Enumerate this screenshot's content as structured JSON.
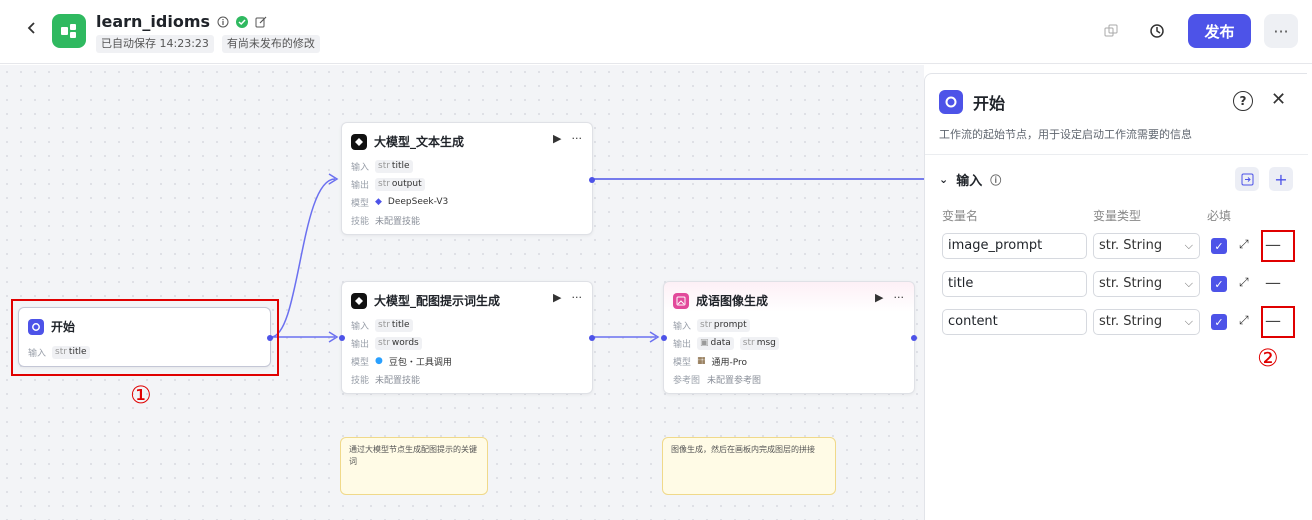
{
  "header": {
    "app_title": "learn_idioms",
    "autosave": "已自动保存 14:23:23",
    "unpublished": "有尚未发布的修改",
    "publish_label": "发布",
    "more_label": "···"
  },
  "nodes": {
    "start": {
      "title": "开始",
      "input_key": "输入",
      "input_type": "str",
      "input_var": "title"
    },
    "llm_text": {
      "title": "大模型_文本生成",
      "input_key": "输入",
      "input_type": "str",
      "input_var": "title",
      "output_key": "输出",
      "output_type": "str",
      "output_var": "output",
      "model_key": "模型",
      "model_name": "DeepSeek-V3",
      "skill_key": "技能",
      "skill_value": "未配置技能"
    },
    "llm_prompt": {
      "title": "大模型_配图提示词生成",
      "input_key": "输入",
      "input_type": "str",
      "input_var": "title",
      "output_key": "输出",
      "output_type": "str",
      "output_var": "words",
      "model_key": "模型",
      "model_name": "豆包・工具调用",
      "skill_key": "技能",
      "skill_value": "未配置技能"
    },
    "image_gen": {
      "title": "成语图像生成",
      "input_key": "输入",
      "input_type": "str",
      "input_var": "prompt",
      "output_key": "输出",
      "output_var1": "data",
      "output_type2": "str",
      "output_var2": "msg",
      "model_key": "模型",
      "model_name": "通用-Pro",
      "ref_key": "参考图",
      "ref_value": "未配置参考图"
    }
  },
  "notes": {
    "note1": "通过大模型节点生成配图提示的关键词",
    "note2": "图像生成，然后在画板内完成图层的拼接"
  },
  "annotations": {
    "one": "①",
    "two": "②"
  },
  "panel": {
    "title": "开始",
    "description": "工作流的起始节点，用于设定启动工作流需要的信息",
    "section_title": "输入",
    "col_name": "变量名",
    "col_type": "变量类型",
    "col_required": "必填",
    "variables": [
      {
        "name": "image_prompt",
        "type": "String",
        "type_prefix": "str."
      },
      {
        "name": "title",
        "type": "String",
        "type_prefix": "str."
      },
      {
        "name": "content",
        "type": "String",
        "type_prefix": "str."
      }
    ]
  },
  "colors": {
    "accent": "#4d53e8",
    "app_logo": "#2fb960",
    "annotation": "#e00000"
  }
}
